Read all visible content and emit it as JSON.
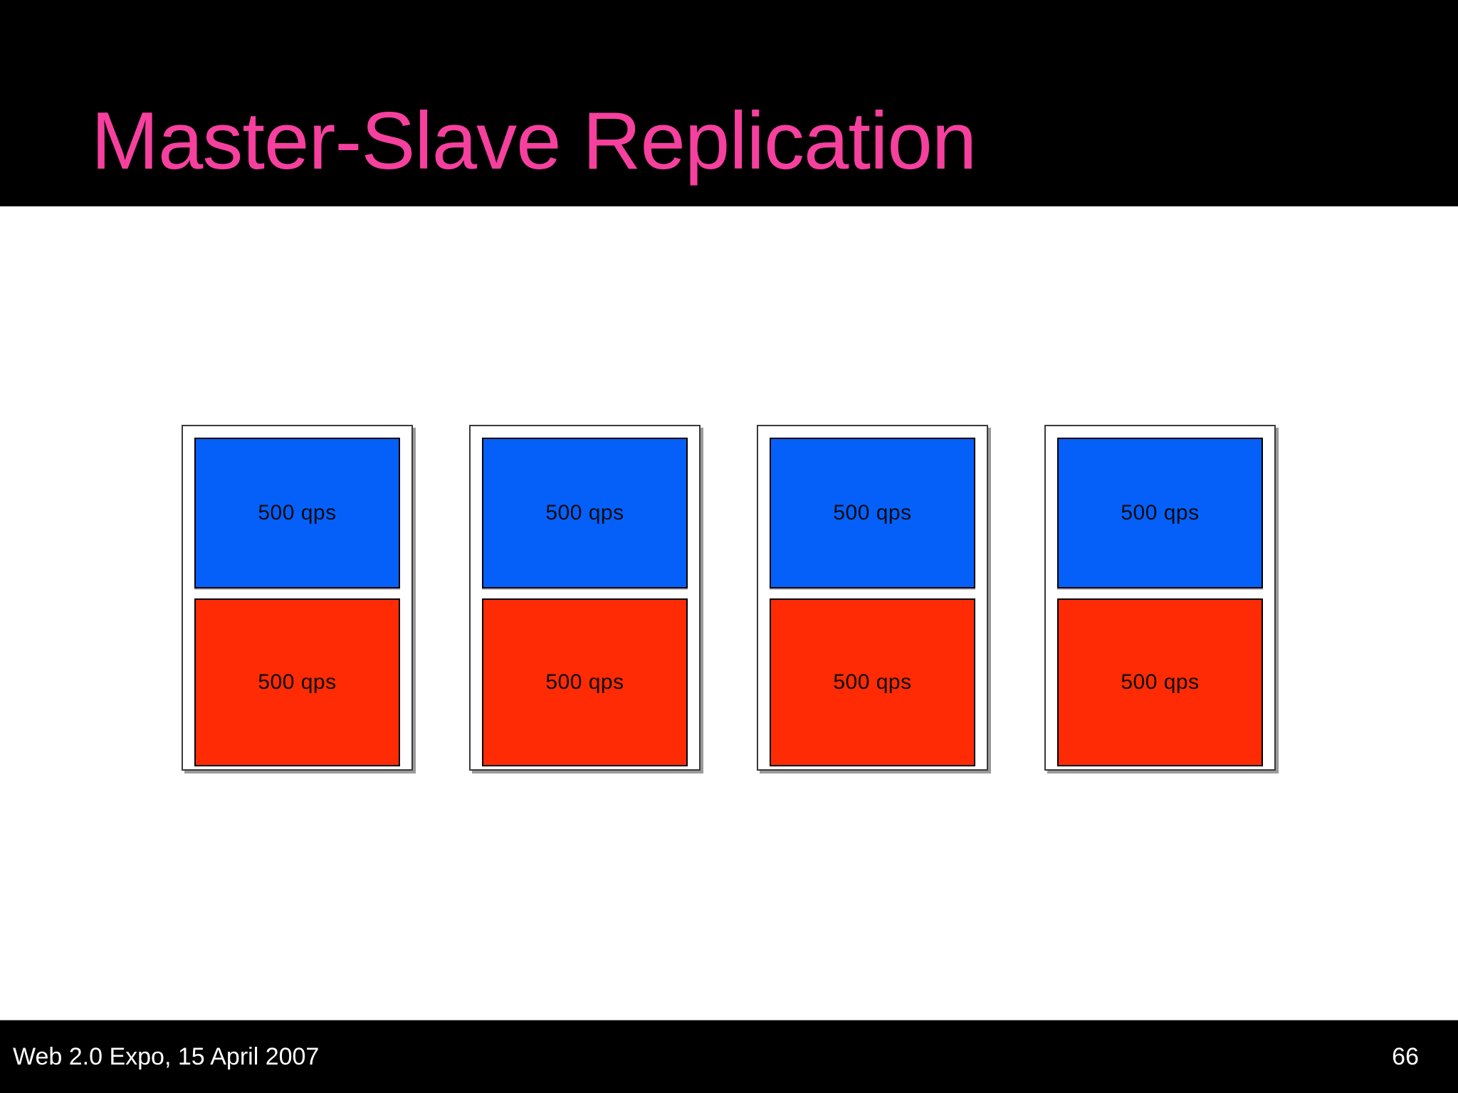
{
  "slide": {
    "title": "Master-Slave Replication",
    "footer": {
      "left_text": "Web 2.0 Expo, 15 April 2007",
      "page_number": "66"
    }
  },
  "diagram": {
    "description": "Four identical database server nodes, each split into a blue top capacity segment and a red bottom capacity segment",
    "nodes": [
      {
        "top": {
          "label": "500 qps",
          "color": "#0560fa"
        },
        "bottom": {
          "label": "500 qps",
          "color": "#ff2b05"
        }
      },
      {
        "top": {
          "label": "500 qps",
          "color": "#0560fa"
        },
        "bottom": {
          "label": "500 qps",
          "color": "#ff2b05"
        }
      },
      {
        "top": {
          "label": "500 qps",
          "color": "#0560fa"
        },
        "bottom": {
          "label": "500 qps",
          "color": "#ff2b05"
        }
      },
      {
        "top": {
          "label": "500 qps",
          "color": "#0560fa"
        },
        "bottom": {
          "label": "500 qps",
          "color": "#ff2b05"
        }
      }
    ]
  },
  "colors": {
    "title_text": "#f5409e",
    "header_background": "#000000",
    "body_background": "#ffffff",
    "footer_background": "#000000",
    "footer_text": "#ffffff",
    "node_frame_border": "#3a3a3a",
    "node_frame_shadow": "#9a9a9a",
    "box_blue": "#0560fa",
    "box_red": "#ff2b05",
    "box_label_text": "#0a0a0a"
  }
}
